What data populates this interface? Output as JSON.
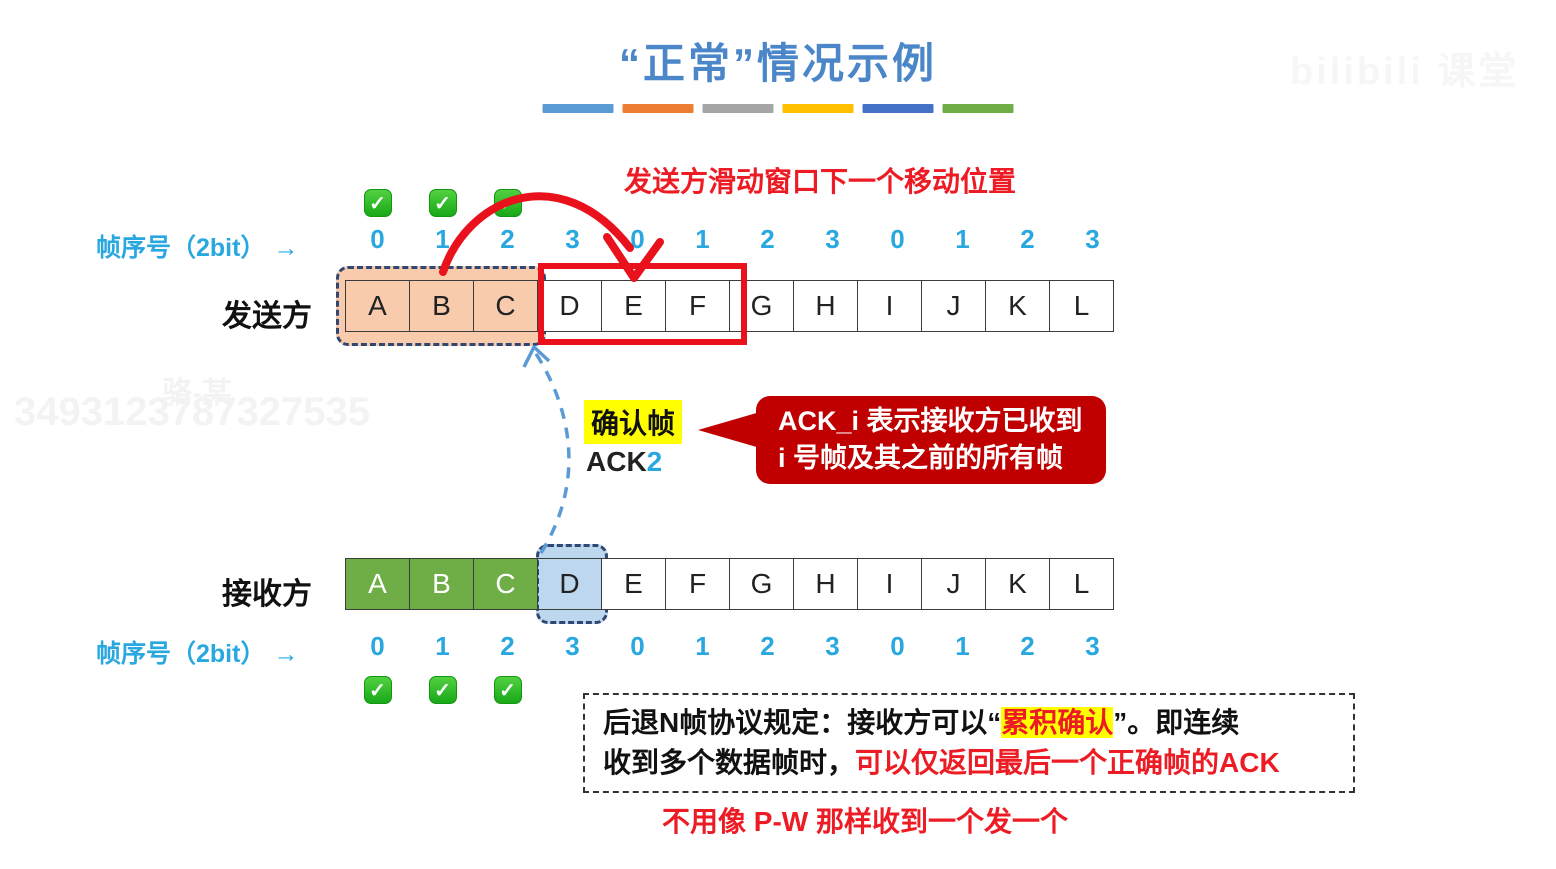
{
  "title": "“正常”情况示例",
  "divider_colors": [
    "#5B9BD5",
    "#ED7D31",
    "#A5A5A5",
    "#FFC000",
    "#4472C4",
    "#70AD47"
  ],
  "icons": {
    "check": "✓",
    "right_arrow": "→"
  },
  "annotations": {
    "window_move_note": "发送方滑动窗口下一个移动位置",
    "bottom_note": "不用像 P-W 那样收到一个发一个"
  },
  "sender": {
    "label": "发送方",
    "seq_label": "帧序号（2bit）",
    "seq_numbers": [
      "0",
      "1",
      "2",
      "3",
      "0",
      "1",
      "2",
      "3",
      "0",
      "1",
      "2",
      "3"
    ],
    "frames": [
      "A",
      "B",
      "C",
      "D",
      "E",
      "F",
      "G",
      "H",
      "I",
      "J",
      "K",
      "L"
    ]
  },
  "receiver": {
    "label": "接收方",
    "seq_label": "帧序号（2bit）",
    "seq_numbers": [
      "0",
      "1",
      "2",
      "3",
      "0",
      "1",
      "2",
      "3",
      "0",
      "1",
      "2",
      "3"
    ],
    "frames": [
      "A",
      "B",
      "C",
      "D",
      "E",
      "F",
      "G",
      "H",
      "I",
      "J",
      "K",
      "L"
    ]
  },
  "ack": {
    "label": "确认帧",
    "value_prefix": "ACK",
    "value_number": "2"
  },
  "callout": {
    "line1": "ACK_i 表示接收方已收到",
    "line2": "i 号帧及其之前的所有帧"
  },
  "rule_box": {
    "line1_pre": "后退N帧协议规定：接收方可以“",
    "line1_highlight": "累积确认",
    "line1_post": "”。即连续",
    "line2_black": "收到多个数据帧时，",
    "line2_red": "可以仅返回最后一个正确帧的ACK"
  },
  "watermarks": {
    "left_line1": "骆-某",
    "left_line2": "3493123787327535",
    "top_right": "bilibili 课堂"
  },
  "colors": {
    "title_blue": "#4A86C8",
    "seq_blue": "#29A8E0",
    "sender_window_fill": "#F8CBAD",
    "receiver_acked_fill": "#6FAE46",
    "receiver_window_fill": "#BDD7EE",
    "window_border": "#2F4873",
    "next_window_border": "#E8111C",
    "callout_red": "#C00000",
    "note_red": "#ED1C24",
    "highlight_yellow": "#FFFF00",
    "check_green": "#2EBD2E"
  }
}
